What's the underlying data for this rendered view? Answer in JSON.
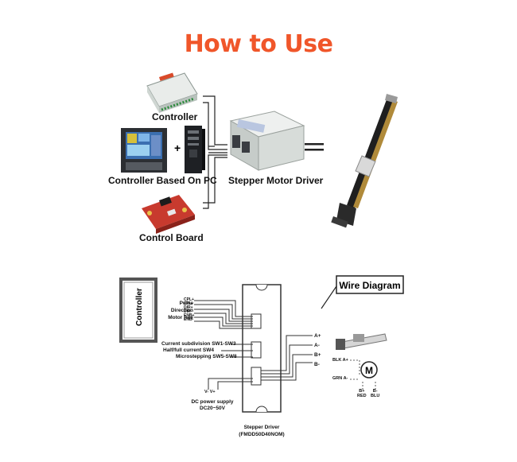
{
  "header": {
    "title": "How to Use"
  },
  "top": {
    "controller": "Controller",
    "controller_pc": "Controller Based On PC",
    "control_board": "Control Board",
    "driver": "Stepper Motor Driver",
    "plus": "+"
  },
  "wire": {
    "title": "Wire Diagram",
    "controller_label": "Controller",
    "signals": [
      {
        "label": "Pulse",
        "pins": [
          "CPL+",
          "CPL-"
        ]
      },
      {
        "label": "Direction",
        "pins": [
          "DIR+",
          "DIR-"
        ]
      },
      {
        "label": "Motor free",
        "pins": [
          "ENB+",
          "ENB-"
        ]
      }
    ],
    "switches": [
      {
        "label": "Current subdivision",
        "sw": "SW1-SW3"
      },
      {
        "label": "Half/full current",
        "sw": "SW4"
      },
      {
        "label": "Microstepping",
        "sw": "SW5-SW8"
      }
    ],
    "outputs": [
      "A+",
      "A-",
      "B+",
      "B-"
    ],
    "power_v": "V+",
    "power_vm": "V-",
    "power_label": "DC power supply",
    "power_range": "DC20~50V",
    "driver_label": "Stepper Driver",
    "driver_model": "(FMDD50D40NOM)",
    "motor_symbol": "M",
    "wires": [
      {
        "tag": "BLK",
        "pin": "A+"
      },
      {
        "tag": "GRN",
        "pin": "A-"
      },
      {
        "tag": "B+",
        "color": "RED"
      },
      {
        "tag": "B-",
        "color": "BLU"
      }
    ]
  }
}
